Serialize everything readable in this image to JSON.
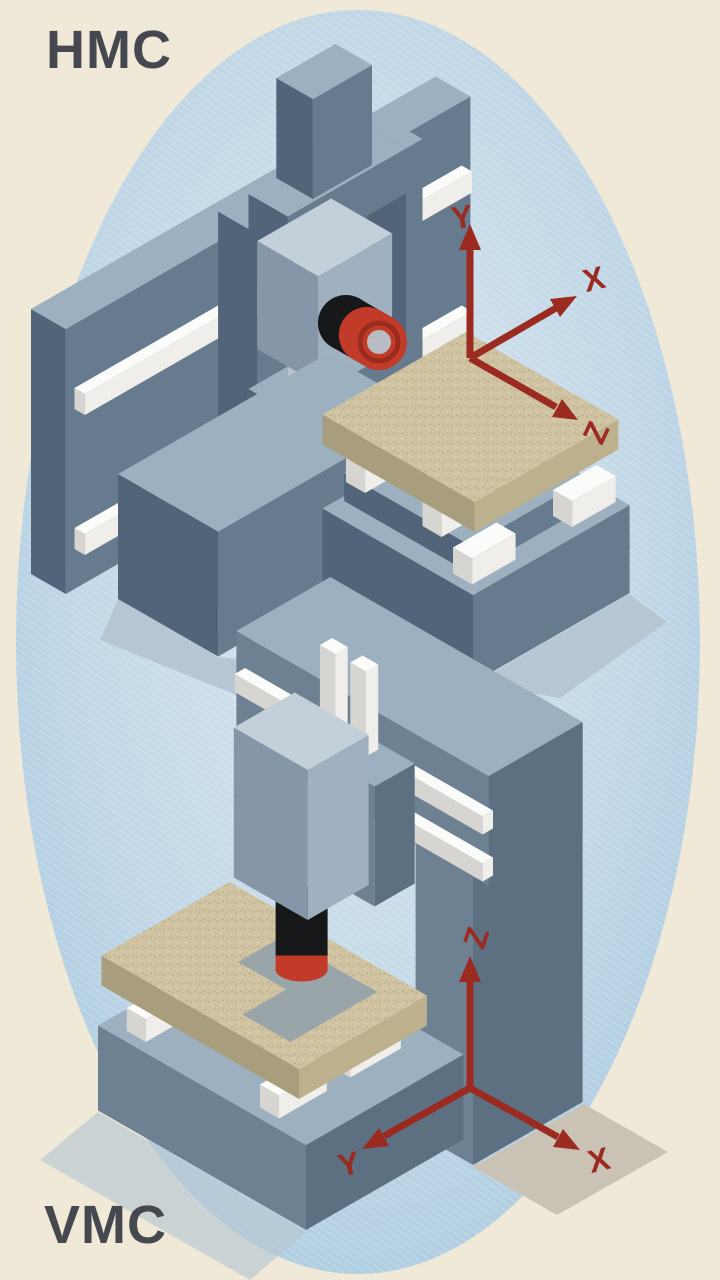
{
  "labels": {
    "hmc": "HMC",
    "vmc": "VMC"
  },
  "hmc_axes": {
    "x": "X",
    "y": "Y",
    "z": "Z"
  },
  "vmc_axes": {
    "x": "X",
    "y": "Y",
    "z": "Z"
  },
  "palette": {
    "bg_cream": "#f0e9d8",
    "ellipse_blue_center": "#dcE9f1",
    "ellipse_blue_mid": "#c3d8e7",
    "ellipse_blue_edge": "#a5c8de",
    "machine_top": "#9cb0bf",
    "hmc_face_right": "#667b8e",
    "hmc_face_left": "#51647a",
    "vmc_face_right": "#5d7082",
    "vmc_face_left": "#6e8192",
    "light_top": "#c3cfd9",
    "light_right": "#9fb1c0",
    "light_left": "#8496a8",
    "rail_top": "#fbfbf9",
    "rail_right": "#efeeea",
    "rail_left": "#d6d5d1",
    "table_top": "#cfc2a1",
    "table_right": "#bcb08d",
    "table_left": "#a89d7c",
    "inner_wall_light": "#b9c6d0",
    "spindle_black": "#17181a",
    "spindle_red": "#c23b28",
    "spindle_red_dark": "#992c1d",
    "bore_gray": "#b7bdc3",
    "workpiece_gray": "#93a2ab",
    "axis_red": "#9b2a20",
    "label_gray": "#45494f",
    "shadow_blue": "#b7c6d3",
    "shadow_tan": "#cbc2b6"
  }
}
